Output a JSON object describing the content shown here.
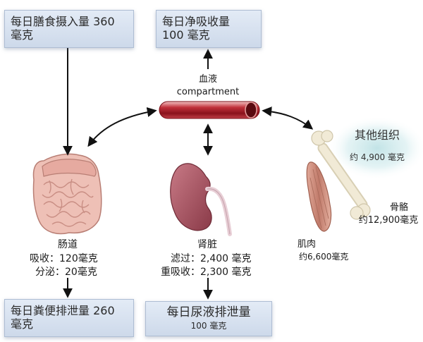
{
  "boxes": {
    "intake": {
      "line1": "每日膳食摄入量 360",
      "line2": "毫克"
    },
    "net_absorption": {
      "line1": "每日净吸收量",
      "line2": "100 毫克"
    },
    "fecal": {
      "line1": "每日粪便排泄量 260",
      "line2": "毫克"
    },
    "urine": {
      "line1": "每日尿液排泄量",
      "line2": "100 毫克"
    }
  },
  "blood": {
    "label": "血液",
    "sublabel": "compartment"
  },
  "intestine": {
    "title": "肠道",
    "absorb": "吸收：120毫克",
    "secrete": "分泌：20毫克"
  },
  "kidney": {
    "title": "肾脏",
    "filter": "滤过：2,400 毫克",
    "reabsorb": "重吸收：2,300 毫克"
  },
  "other": {
    "title": "其他组织",
    "value": "约 4,900 毫克"
  },
  "bone": {
    "title": "骨骼",
    "value": "约12,900毫克"
  },
  "muscle": {
    "title": "肌肉",
    "value": "约6,600毫克"
  },
  "colors": {
    "box_fill": "#d6e0ee",
    "vessel": "#b0202a",
    "intestine": "#e8b8b0",
    "kidney": "#a8505e",
    "bone": "#efe8d2",
    "muscle": "#c88a78",
    "tissue_glow": "#cfe8ea"
  }
}
